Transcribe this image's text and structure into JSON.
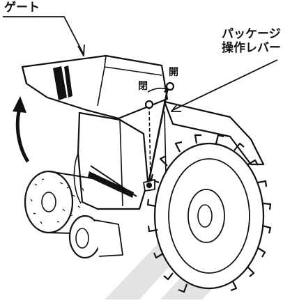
{
  "labels": {
    "gate": "ゲート",
    "lever_line1": "パッケージ",
    "lever_line2": "操作レバー",
    "close_mark": "閉",
    "open_mark": "開"
  },
  "colors": {
    "ink": "#111111",
    "watermark": "#dcdcdc",
    "background": "#ffffff"
  },
  "icons": [
    "arrow-up-curved-icon",
    "watermark-arrow-icon"
  ]
}
